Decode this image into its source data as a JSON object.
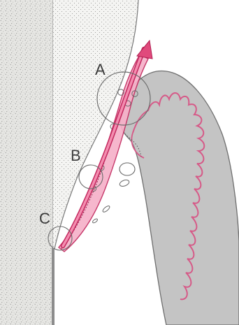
{
  "figure": {
    "labels": {
      "zone_a": "A",
      "zone_b": "B",
      "zone_c": "C"
    },
    "colors": {
      "background": "#ffffff",
      "paper_light": "#f3f3f1",
      "wall_stipple": "#e2e2df",
      "stipple_dot": "#9a9a98",
      "fine_dot": "#8c8c8a",
      "gray_structure": "#bdbdbd",
      "gray_structure_edge": "#6f6f6f",
      "tooth_outline": "#d65a88",
      "arrow_fill": "#ef6f99",
      "arrow_edge": "#c2285e",
      "arrow_body": "#f6a9c4",
      "circle_stroke": "#6a6a6a",
      "label_text": "#3a3a3a"
    }
  }
}
